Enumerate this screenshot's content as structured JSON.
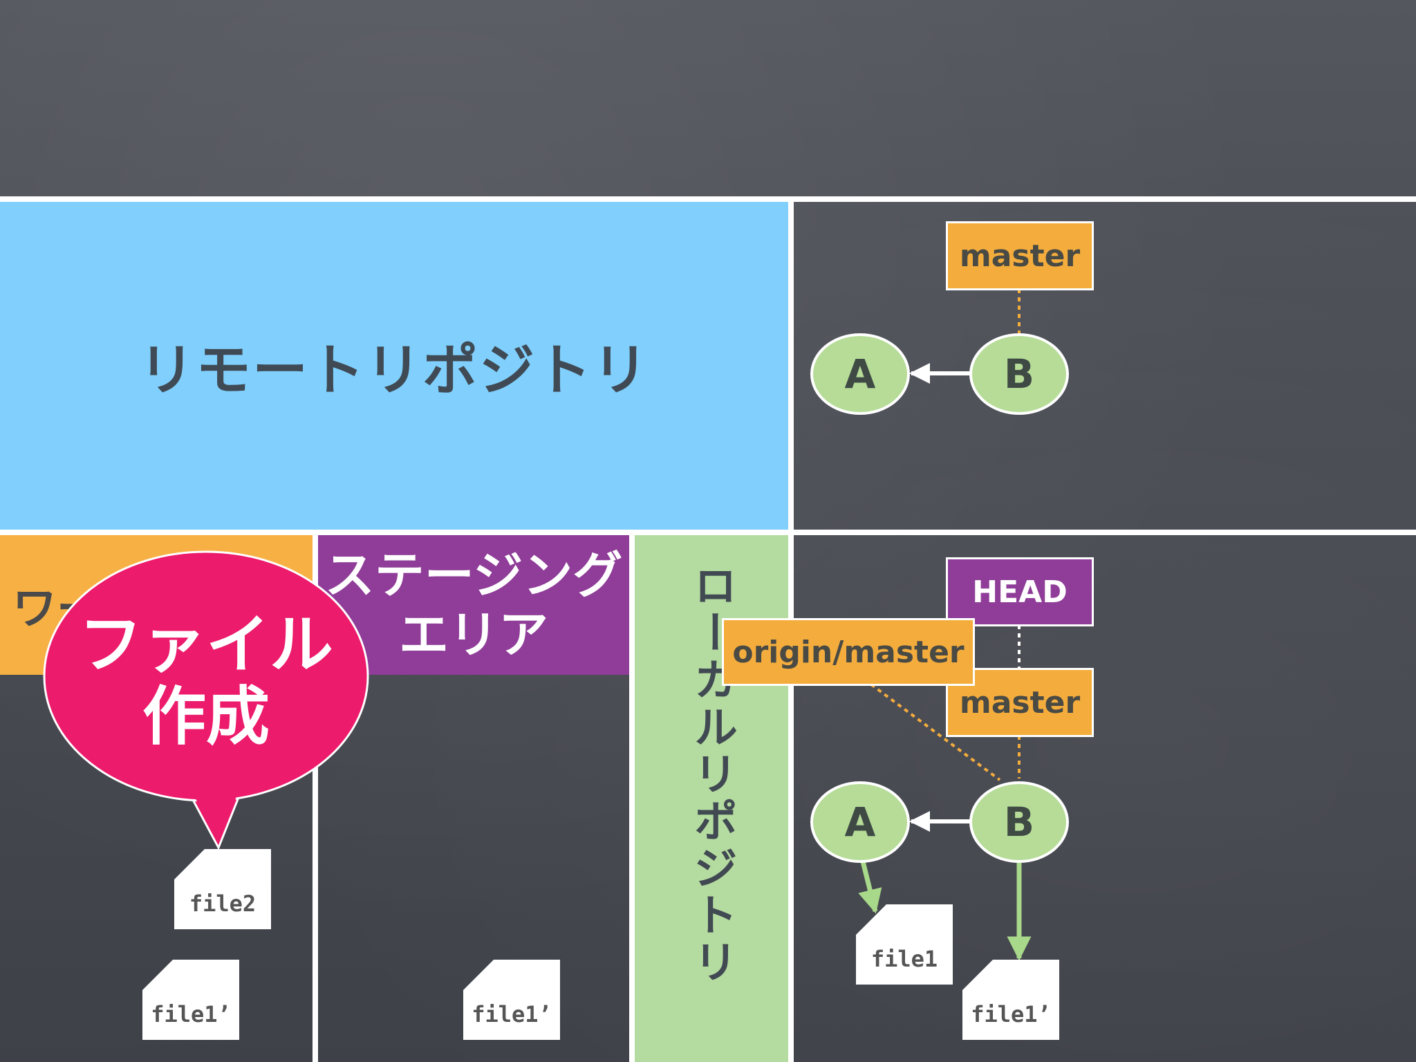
{
  "remote": {
    "title": "リモートリポジトリ",
    "master_label": "master",
    "commits": [
      "A",
      "B"
    ]
  },
  "working": {
    "title": "ワー",
    "files": [
      "file2",
      "file1’"
    ]
  },
  "staging": {
    "line1": "ステージング",
    "line2": "エリア",
    "files": [
      "file1’"
    ]
  },
  "local": {
    "title": "ローカルリポジトリ",
    "head_label": "HEAD",
    "origin_master_label": "origin/master",
    "master_label": "master",
    "commits": [
      "A",
      "B"
    ],
    "files": [
      "file1",
      "file1’"
    ]
  },
  "callout": {
    "line1": "ファイル",
    "line2": "作成"
  },
  "colors": {
    "remote_panel": "#80cffc",
    "working": "#f7b043",
    "staging": "#8f3d98",
    "local": "#b4dba0",
    "callout": "#ec1b6c",
    "commit_node": "#b6dc98",
    "branch_tag": "#f4ad3d"
  }
}
